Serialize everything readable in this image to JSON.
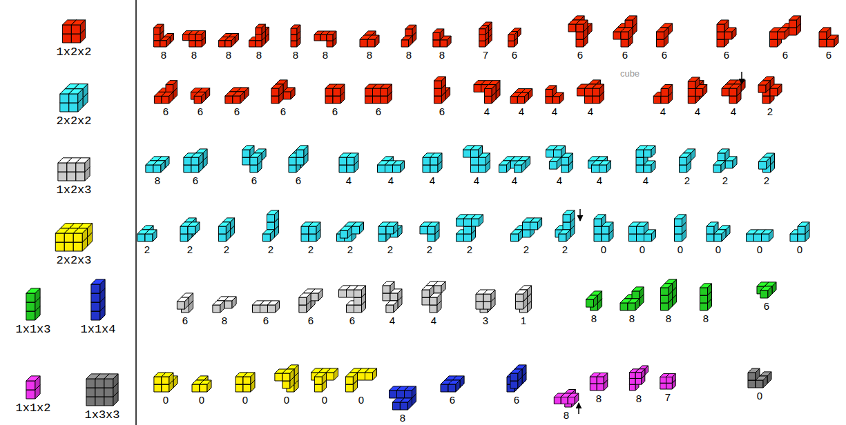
{
  "diagram": {
    "labels": [
      "8",
      "8",
      "8",
      "8",
      "8",
      "8",
      "8",
      "8",
      "8",
      "7",
      "6",
      "6",
      "6",
      "6",
      "6",
      "6",
      "6",
      "cube",
      "6",
      "6",
      "6",
      "6",
      "6",
      "6",
      "6",
      "4",
      "4",
      "4",
      "4",
      "4",
      "4",
      "4",
      "2",
      "8",
      "6",
      "6",
      "6",
      "4",
      "4",
      "4",
      "4",
      "4",
      "4",
      "4",
      "4",
      "2",
      "2",
      "2",
      "2",
      "2",
      "2",
      "2",
      "2",
      "2",
      "2",
      "2",
      "2",
      "2",
      "2",
      "0",
      "0",
      "0",
      "0",
      "0",
      "0",
      "6",
      "8",
      "6",
      "6",
      "6",
      "4",
      "4",
      "3",
      "1",
      "8",
      "8",
      "8",
      "8",
      "6",
      "0",
      "0",
      "0",
      "0",
      "0",
      "0",
      "8",
      "6",
      "6",
      "8",
      "8",
      "8",
      "7",
      "0"
    ],
    "legend": [
      {
        "text": "1x2x2",
        "color": "#ee2200"
      },
      {
        "text": "2x2x2",
        "color": "#33ddee"
      },
      {
        "text": "1x2x3",
        "color": "#cccccc"
      },
      {
        "text": "2x2x3",
        "color": "#ffee00"
      },
      {
        "text": "1x1x3",
        "color": "#22cc22"
      },
      {
        "text": "1x1x4",
        "color": "#2233cc"
      },
      {
        "text": "1x1x2",
        "color": "#ee33ee"
      },
      {
        "text": "1x3x3",
        "color": "#777777"
      }
    ]
  }
}
